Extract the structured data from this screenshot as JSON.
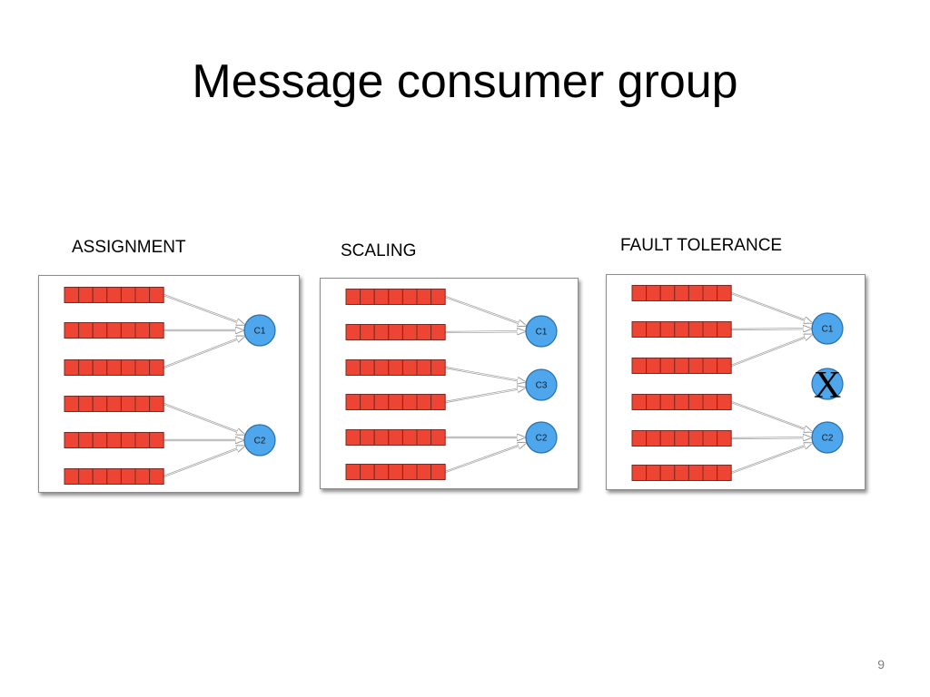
{
  "slide": {
    "title": "Message consumer group",
    "number": "9"
  },
  "colors": {
    "partition_fill": "#ee4433",
    "partition_stroke": "#7a2a22",
    "consumer_fill": "#4ea6ec",
    "consumer_stroke": "#2a6fa8",
    "arrow_stroke": "#9a9a9a"
  },
  "panels": [
    {
      "caption": "ASSIGNMENT",
      "partitions": 6,
      "cells_per_partition": 7,
      "consumers": [
        {
          "label": "C1",
          "failed": false
        },
        {
          "label": "C2",
          "failed": false
        }
      ],
      "edges": [
        [
          0,
          0
        ],
        [
          1,
          0
        ],
        [
          2,
          0
        ],
        [
          3,
          1
        ],
        [
          4,
          1
        ],
        [
          5,
          1
        ]
      ]
    },
    {
      "caption": "SCALING",
      "partitions": 6,
      "cells_per_partition": 7,
      "consumers": [
        {
          "label": "C1",
          "failed": false
        },
        {
          "label": "C3",
          "failed": false
        },
        {
          "label": "C2",
          "failed": false
        }
      ],
      "edges": [
        [
          0,
          0
        ],
        [
          1,
          0
        ],
        [
          2,
          1
        ],
        [
          3,
          1
        ],
        [
          4,
          2
        ],
        [
          5,
          2
        ]
      ]
    },
    {
      "caption": "FAULT TOLERANCE",
      "partitions": 6,
      "cells_per_partition": 7,
      "consumers": [
        {
          "label": "C1",
          "failed": false
        },
        {
          "label": "",
          "failed": true,
          "failure_mark": "X"
        },
        {
          "label": "C2",
          "failed": false
        }
      ],
      "edges": [
        [
          0,
          0
        ],
        [
          1,
          0
        ],
        [
          2,
          0
        ],
        [
          3,
          2
        ],
        [
          4,
          2
        ],
        [
          5,
          2
        ]
      ]
    }
  ]
}
